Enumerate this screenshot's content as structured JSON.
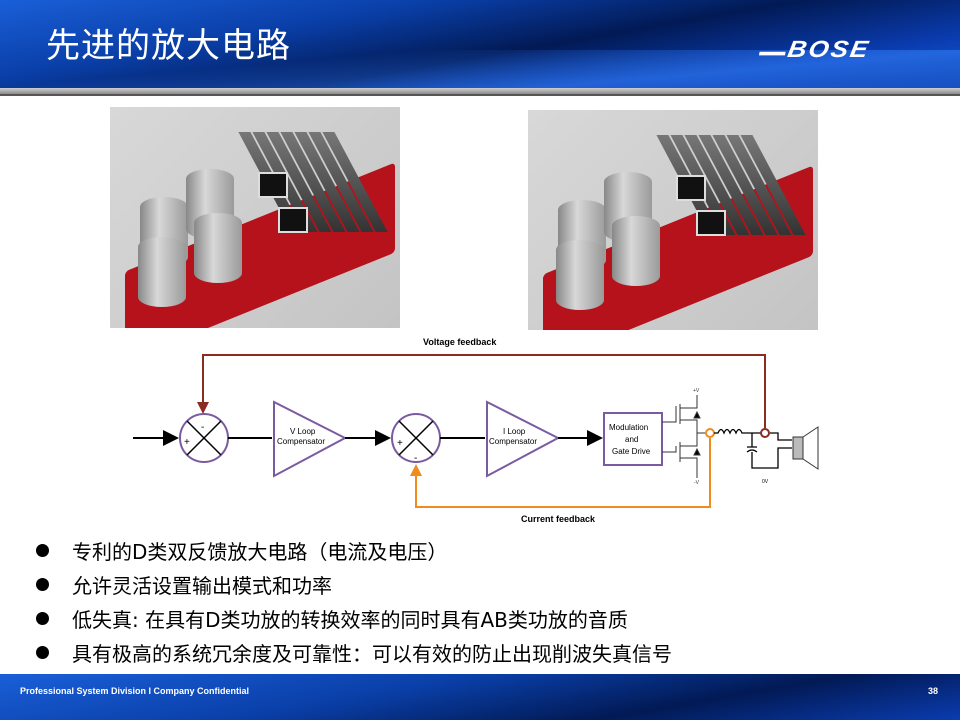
{
  "slide": {
    "title": "先进的放大电路",
    "logo": "BOSE"
  },
  "diagram": {
    "voltage_feedback": "Voltage feedback",
    "current_feedback": "Current feedback",
    "v_loop_1": "V Loop",
    "v_loop_2": "Compensator",
    "i_loop_1": "I Loop",
    "i_loop_2": "Compensator",
    "mod_1": "Modulation",
    "mod_2": "and",
    "mod_3": "Gate Drive",
    "plus": "+",
    "minus": "-",
    "pos_v": "+V",
    "neg_v": "-V",
    "zero_v": "0V",
    "colors": {
      "voltage": "#8b2b22",
      "current": "#f08c1e",
      "block": "#7a5aa0"
    }
  },
  "bullets": [
    "专利的D类双反馈放大电路（电流及电压）",
    "允许灵活设置输出模式和功率",
    "低失真: 在具有D类功放的转换效率的同时具有AB类功放的音质",
    "具有极高的系统冗余度及可靠性：可以有效的防止出现削波失真信号"
  ],
  "footer": {
    "text": "Professional System Division I  Company Confidential",
    "page": "38"
  }
}
